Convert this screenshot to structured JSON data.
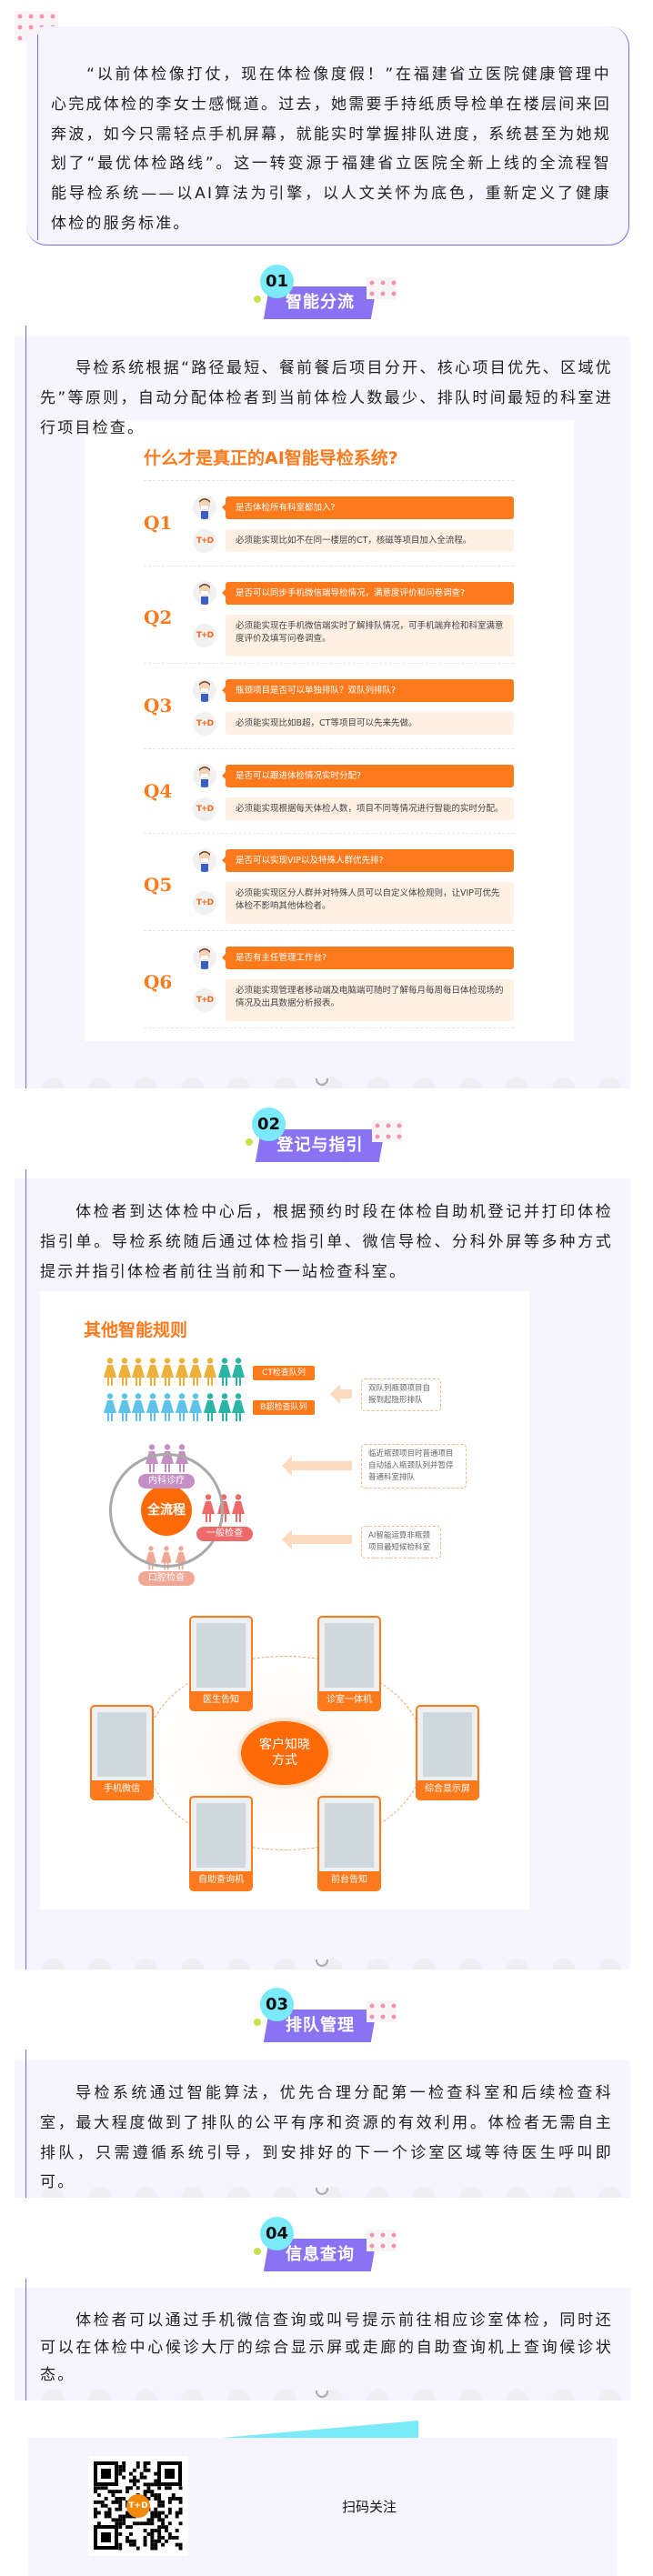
{
  "intro": {
    "text": "“以前体检像打仗，现在体检像度假！”在福建省立医院健康管理中心完成体检的李女士感慨道。过去，她需要手持纸质导检单在楼层间来回奔波，如今只需轻点手机屏幕，就能实时掌握排队进度，系统甚至为她规划了“最优体检路线”。这一转变源于福建省立医院全新上线的全流程智能导检系统——以AI算法为引擎，以人文关怀为底色，重新定义了健康体检的服务标准。"
  },
  "sections": [
    {
      "num": "01",
      "title": "智能分流",
      "text": "导检系统根据“路径最短、餐前餐后项目分开、核心项目优先、区域优先”等原则，自动分配体检者到当前体检人数最少、排队时间最短的科室进行项目检查。"
    },
    {
      "num": "02",
      "title": "登记与指引",
      "text": "体检者到达体检中心后，根据预约时段在体检自助机登记并打印体检指引单。导检系统随后通过体检指引单、微信导检、分科外屏等多种方式提示并指引体检者前往当前和下一站检查科室。"
    },
    {
      "num": "03",
      "title": "排队管理",
      "text": "导检系统通过智能算法，优先合理分配第一检查科室和后续检查科室，最大程度做到了排队的公平有序和资源的有效利用。体检者无需自主排队，只需遵循系统引导，到安排好的下一个诊室区域等待医生呼叫即可。"
    },
    {
      "num": "04",
      "title": "信息查询",
      "text": "体检者可以通过手机微信查询或叫号提示前往相应诊室体检，同时还可以在体检中心候诊大厅的综合显示屏或走廊的自助查询机上查询候诊状态。"
    }
  ],
  "qa": {
    "title": "什么才是真正的AI智能导检系统?",
    "logo": "T+D",
    "items": [
      {
        "label": "Q1",
        "question": "是否体检所有科室都加入?",
        "answer": "必须能实现比如不在同一楼层的CT，核磁等项目加入全流程。"
      },
      {
        "label": "Q2",
        "question": "是否可以同步手机微信端导检情况，满意度评价和问卷调查?",
        "answer": "必须能实现在手机微信端实时了解排队情况，可手机端弃检和科室满意度评价及填写问卷调查。"
      },
      {
        "label": "Q3",
        "question": "瓶颈项目是否可以单独排队？双队列排队?",
        "answer": "必须能实现比如B超，CT等项目可以先来先做。"
      },
      {
        "label": "Q4",
        "question": "是否可以跟进体检情况实时分配?",
        "answer": "必须能实现根据每天体检人数，项目不同等情况进行智能的实时分配。"
      },
      {
        "label": "Q5",
        "question": "是否可以实现VIP以及特殊人群优先排?",
        "answer": "必须能实现区分人群并对特殊人员可以自定义体检规则，让VIP可优先体检不影响其他体检者。"
      },
      {
        "label": "Q6",
        "question": "是否有主任管理工作台?",
        "answer": "必须能实现管理者移动端及电脑端可随时了解每月每周每日体检现场的情况及出具数据分析报表。"
      }
    ]
  },
  "rules": {
    "title": "其他智能规则",
    "queues": [
      "CT检查队列",
      "B超检查队列"
    ],
    "notes": [
      "双队列瓶颈项目自报到起隐形排队",
      "临近瓶颈项目时普通项目自动插入瓶颈队列并暂停普通科室排队",
      "AI智能运算非瓶颈项目最短候检科室"
    ],
    "flow_center": "全流程",
    "groups": [
      "内科诊疗",
      "一般检查",
      "口腔检查"
    ],
    "channels_center": "客户知晓方式",
    "channels": [
      "医生告知",
      "诊室一体机",
      "手机微信",
      "综合显示屏",
      "自助查询机",
      "前台告知"
    ]
  },
  "footer": {
    "label": "扫码关注",
    "qr_logo": "T+D"
  },
  "colors": {
    "accent": "#8a72f5",
    "orange": "#fd7a1c",
    "cyan": "#7aeafa",
    "panel": "#f6f5fe"
  }
}
